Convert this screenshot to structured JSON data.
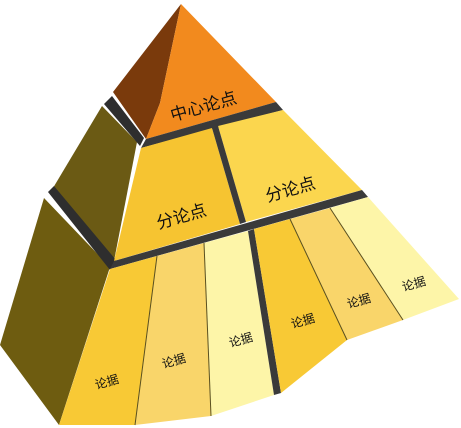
{
  "pyramid": {
    "top": {
      "label": "中心论点"
    },
    "sub_points": [
      {
        "label": "分论点"
      },
      {
        "label": "分论点"
      }
    ],
    "evidence": [
      {
        "label": "论据"
      },
      {
        "label": "论据"
      },
      {
        "label": "论据"
      },
      {
        "label": "论据"
      },
      {
        "label": "论据"
      },
      {
        "label": "论据"
      }
    ]
  },
  "colors": {
    "apex_front": "#F28A1E",
    "apex_side": "#7A3A0C",
    "side_mid": "#6B5A14",
    "side_low": "#6E5C10",
    "tier_mid": "#F6C431",
    "tier_mid_light": "#FBD64E",
    "evidence_gold": "#F8C935",
    "evidence_peach": "#F9D56A",
    "evidence_cream": "#FDF5A8",
    "gap": "#3A3A3A"
  }
}
